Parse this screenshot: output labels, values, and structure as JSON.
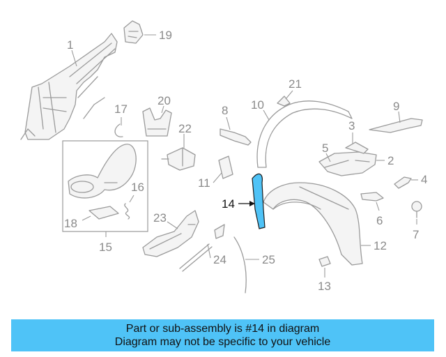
{
  "diagram": {
    "callouts": [
      "1",
      "2",
      "3",
      "4",
      "5",
      "6",
      "7",
      "8",
      "9",
      "10",
      "11",
      "12",
      "13",
      "14",
      "15",
      "16",
      "17",
      "18",
      "19",
      "20",
      "21",
      "22",
      "23",
      "24",
      "25"
    ],
    "highlight_part": "14",
    "highlight_color": "#4fc3f7"
  },
  "banner": {
    "line1": "Part or sub-assembly is #14 in diagram",
    "line2": "Diagram may not be specific to your vehicle",
    "color": "#4fc3f7"
  }
}
